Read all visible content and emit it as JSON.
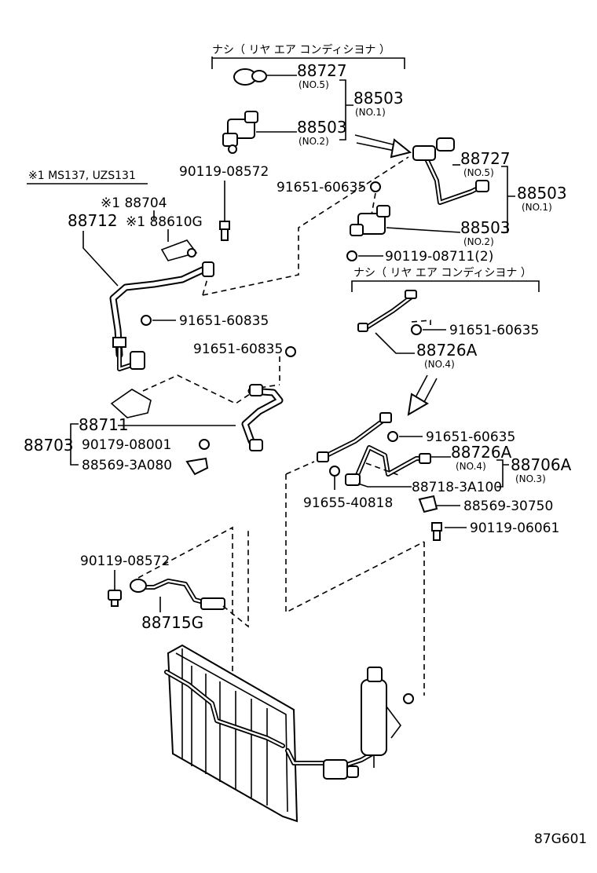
{
  "top_note": "ナシ（ リヤ エア コンディシヨナ ）",
  "mid_note": "ナシ（ リヤ エア コンディシヨナ ）",
  "model_note": "※1 MS137, UZS131",
  "figure_code": "87G601",
  "labels": {
    "p88727_top": "88727",
    "no5_top": "(NO.5)",
    "p88503_top": "88503",
    "no1_top": "(NO.1)",
    "p88503_top2": "88503",
    "no2_top": "(NO.2)",
    "p90119_08572_a": "90119-08572",
    "p91651_60635_a": "91651-60635",
    "p88727_r": "88727",
    "no5_r": "(NO.5)",
    "p88503_r": "88503",
    "no1_r": "(NO.1)",
    "p88503_r2": "88503",
    "no2_r": "(NO.2)",
    "p90119_08711": "90119-08711(2)",
    "p88704": "※1 88704",
    "p88712": "88712",
    "p88610G": "※1 88610G",
    "p91651_60835_a": "91651-60835",
    "p91651_60835_b": "91651-60835",
    "p91651_60635_b": "91651-60635",
    "p88726A_a": "88726A",
    "no4_a": "(NO.4)",
    "p88711": "88711",
    "p88703": "88703",
    "p90179_08001": "90179-08001",
    "p88569_3A080": "88569-3A080",
    "p91651_60635_c": "91651-60635",
    "p88726A_b": "88726A",
    "no4_b": "(NO.4)",
    "p88706A": "88706A",
    "no3": "(NO.3)",
    "p88718_3A100": "88718-3A100",
    "p91655_40818": "91655-40818",
    "p88569_30750": "88569-30750",
    "p90119_06061": "90119-06061",
    "p90119_08572_b": "90119-08572",
    "p88715G": "88715G"
  }
}
